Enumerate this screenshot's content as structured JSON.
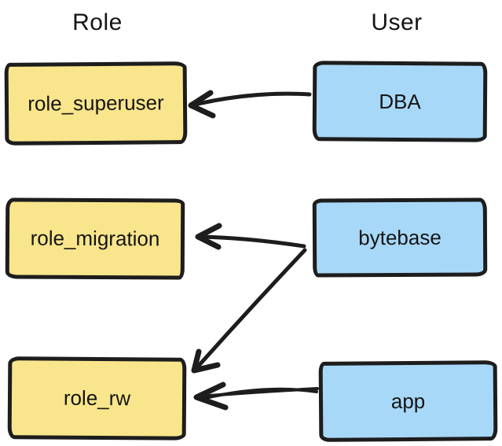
{
  "headers": {
    "roles_column": "Role",
    "users_column": "User"
  },
  "nodes": {
    "roles": [
      {
        "label": "role_superuser"
      },
      {
        "label": "role_migration"
      },
      {
        "label": "role_rw"
      }
    ],
    "users": [
      {
        "label": "DBA"
      },
      {
        "label": "bytebase"
      },
      {
        "label": "app"
      }
    ]
  },
  "edges": [
    {
      "from": "DBA",
      "to": "role_superuser"
    },
    {
      "from": "bytebase",
      "to": "role_migration"
    },
    {
      "from": "bytebase",
      "to": "role_rw"
    },
    {
      "from": "app",
      "to": "role_rw"
    }
  ],
  "colors": {
    "role_fill": "#F9E58C",
    "user_fill": "#A8D8F7",
    "stroke": "#1D1D1D",
    "text": "#141414",
    "background": "#FFFFFF"
  }
}
